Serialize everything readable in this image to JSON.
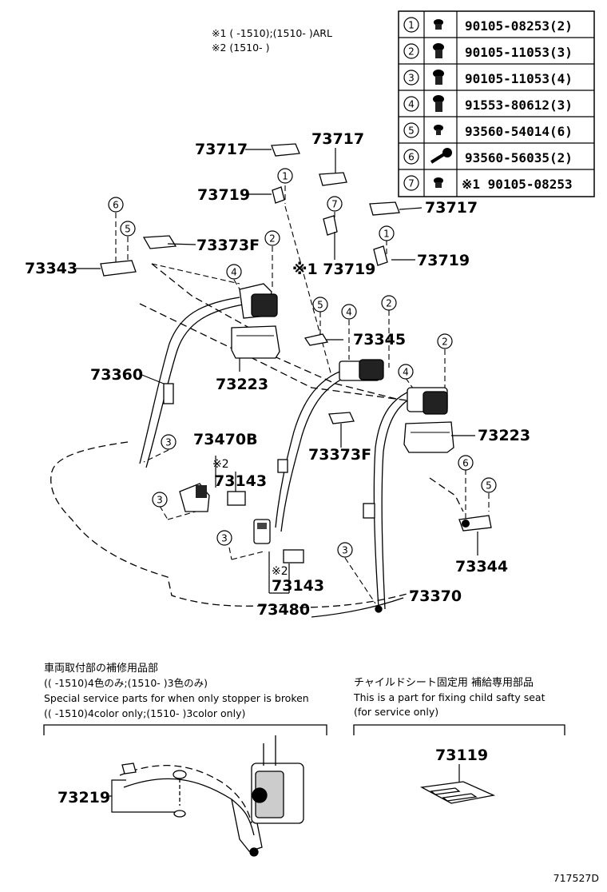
{
  "notes": {
    "line1": "※1 (      -1510);(1510-       )ARL",
    "line2": "※2 (1510-       )"
  },
  "legend": [
    {
      "num": "1",
      "part": "90105-08253(2)"
    },
    {
      "num": "2",
      "part": "90105-11053(3)"
    },
    {
      "num": "3",
      "part": "90105-11053(4)"
    },
    {
      "num": "4",
      "part": "91553-80612(3)"
    },
    {
      "num": "5",
      "part": "93560-54014(6)"
    },
    {
      "num": "6",
      "part": "93560-56035(2)"
    },
    {
      "num": "7",
      "part": "※1 90105-08253"
    }
  ],
  "parts": {
    "p73717a": "73717",
    "p73717b": "73717",
    "p73717c": "73717",
    "p73719a": "73719",
    "p73719b": "※1 73719",
    "p73719c": "73719",
    "p73373Fa": "73373F",
    "p73373Fb": "73373F",
    "p73343": "73343",
    "p73345": "73345",
    "p73360": "73360",
    "p73223a": "73223",
    "p73223b": "73223",
    "p73470B": "73470B",
    "p73143a": "73143",
    "p73143b": "73143",
    "p73480": "73480",
    "p73370": "73370",
    "p73344": "73344",
    "p73219": "73219",
    "p73119": "73119",
    "star2a": "※2",
    "star2b": "※2"
  },
  "left_section": {
    "jp_title": "車両取付部の補修用品部",
    "jp_line2": "((       -1510)4色のみ;(1510-        )3色のみ)",
    "en_line1": "Special service parts for when only stopper is broken",
    "en_line2": "((       -1510)4color only;(1510-        )3color only)"
  },
  "right_section": {
    "jp_title": "チャイルドシート固定用  補給専用部品",
    "en_line1": "This is a part for fixing child safty seat",
    "en_line2": "(for service only)"
  },
  "diagram_id": "717527D"
}
